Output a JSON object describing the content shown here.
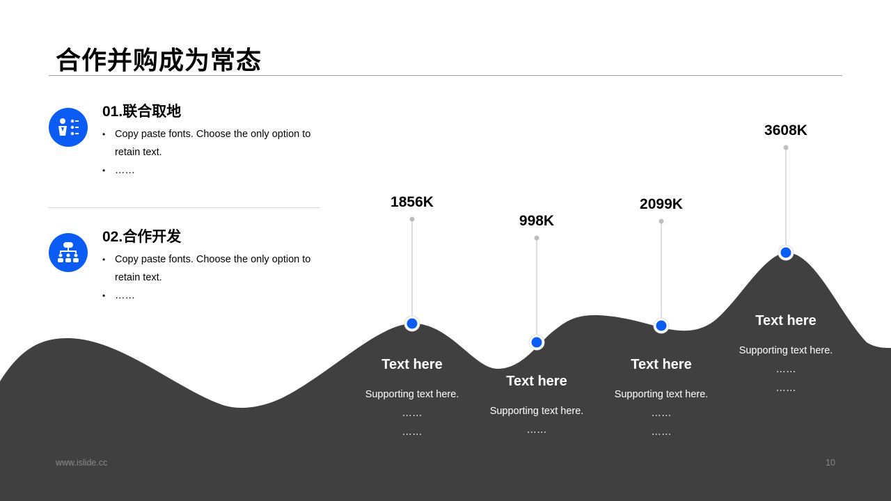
{
  "title": "合作并购成为常态",
  "sections": [
    {
      "heading": "01.联合取地",
      "icon": "person-checklist-icon",
      "bullets": [
        "Copy paste fonts. Choose the only option to retain text.",
        "……"
      ]
    },
    {
      "heading": "02.合作开发",
      "icon": "team-network-icon",
      "bullets": [
        "Copy paste fonts. Choose the only option to retain text.",
        "……"
      ]
    }
  ],
  "peaks": [
    {
      "value": "1856K",
      "title": "Text here",
      "support": [
        "Supporting text here.",
        "……",
        "……"
      ]
    },
    {
      "value": "998K",
      "title": "Text here",
      "support": [
        "Supporting text here.",
        "……"
      ]
    },
    {
      "value": "2099K",
      "title": "Text here",
      "support": [
        "Supporting text here.",
        "……",
        "……"
      ]
    },
    {
      "value": "3608K",
      "title": "Text here",
      "support": [
        "Supporting text here.",
        "……",
        "……"
      ]
    }
  ],
  "footer": {
    "url": "www.islide.cc",
    "page": "10"
  },
  "colors": {
    "accent": "#0a5cf5",
    "mountain": "#404040",
    "connector": "#c8c8c8"
  }
}
